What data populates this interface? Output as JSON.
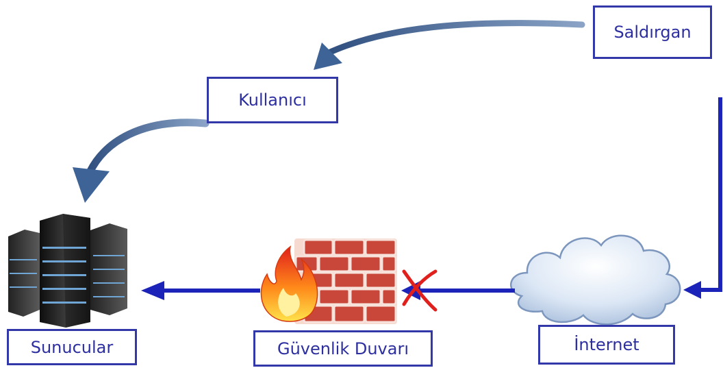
{
  "nodes": {
    "attacker": "Saldırgan",
    "user": "Kullanıcı",
    "servers": "Sunucular",
    "firewall": "Güvenlik Duvarı",
    "internet": "İnternet"
  },
  "colors": {
    "box_border": "#3338a8",
    "label_text": "#2d2fa0",
    "flow_arrow": "#1c23b8",
    "curved_arrow": "#3e6497",
    "block_mark": "#e0201c"
  }
}
